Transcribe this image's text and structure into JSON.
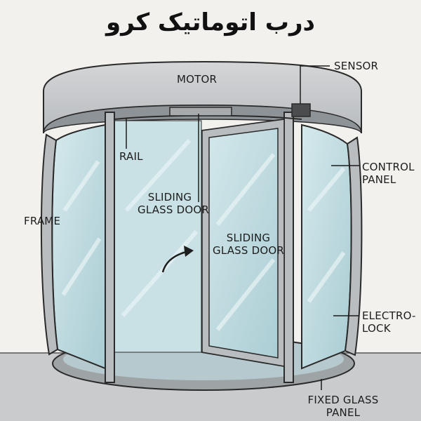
{
  "title": "درب اتوماتیک کرو",
  "labels": {
    "motor": "MOTOR",
    "sensor": "SENSOR",
    "rail": "RAIL",
    "control_panel": [
      "CONTROL",
      "PANEL"
    ],
    "sliding_glass_door_left": [
      "SLIDING",
      "GLASS DOOR"
    ],
    "sliding_glass_door_right": [
      "SLIDING",
      "GLASS DOOR"
    ],
    "frame": "FRAME",
    "electro_lock": [
      "ELECTRO-",
      "LOCK"
    ],
    "fixed_glass_panel": [
      "FIXED GLASS",
      "PANEL"
    ]
  },
  "colors": {
    "background": "#f2f1ee",
    "floor": "#c9cbcc",
    "header": "#c7c9cb",
    "glass": "#bcd9df",
    "frame": "#b9bdc0",
    "outline": "#2a2a2a"
  }
}
